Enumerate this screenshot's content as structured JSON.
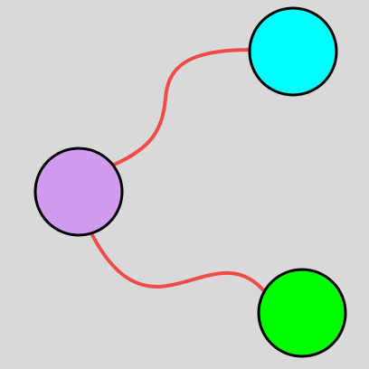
{
  "diagram": {
    "background": "#d9d9d9",
    "edge_color": "#ef4b4b",
    "node_stroke": "#000000",
    "nodes": [
      {
        "id": "root",
        "name": "purple-node",
        "color": "#d19cf0"
      },
      {
        "id": "top",
        "name": "cyan-node",
        "color": "#00ffff"
      },
      {
        "id": "bottom",
        "name": "green-node",
        "color": "#00ff00"
      }
    ],
    "edges": [
      {
        "name": "edge-root-to-cyan",
        "from": "root",
        "to": "top"
      },
      {
        "name": "edge-root-to-green",
        "from": "root",
        "to": "bottom"
      }
    ]
  }
}
